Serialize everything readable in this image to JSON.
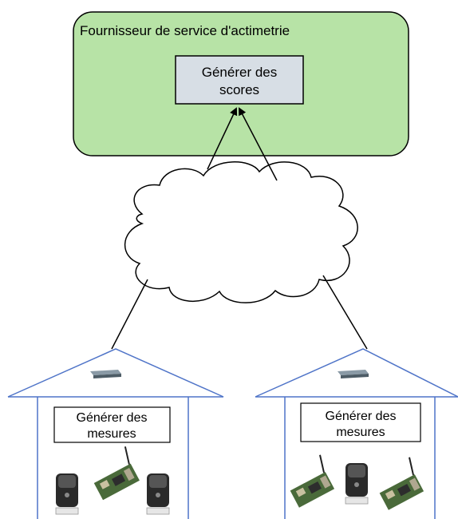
{
  "provider": {
    "title": "Fournisseur de service d'actimetrie",
    "process_label_line1": "Générer des",
    "process_label_line2": "scores",
    "fill_color": "#b7e3a6"
  },
  "houses": [
    {
      "label_line1": "Générer des",
      "label_line2": "mesures"
    },
    {
      "label_line1": "Générer des",
      "label_line2": "mesures"
    }
  ],
  "colors": {
    "house_outline": "#4f74c8",
    "process_box_fill": "#d7dee5"
  }
}
